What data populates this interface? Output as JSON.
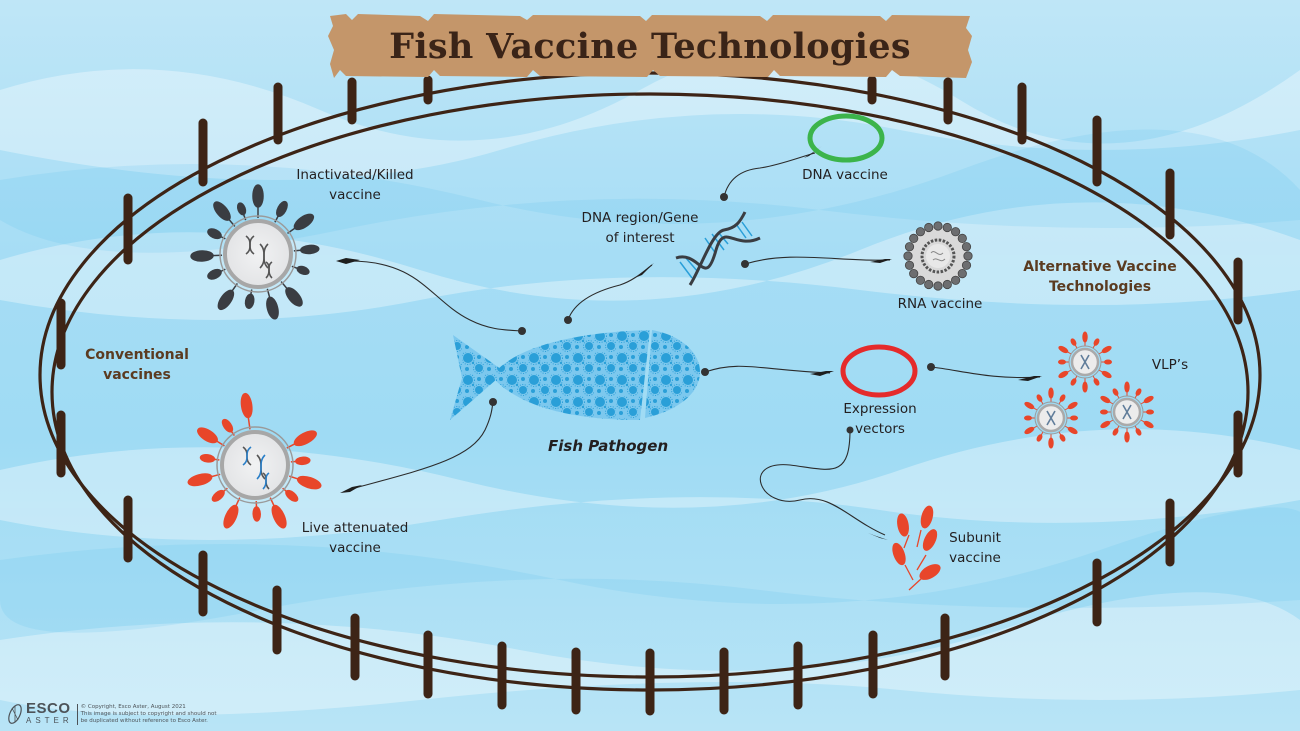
{
  "title": "Fish Vaccine Technologies",
  "center": {
    "label": "Fish Pathogen"
  },
  "categories": {
    "conventional": {
      "line1": "Conventional",
      "line2": "vaccines"
    },
    "alternative": {
      "line1": "Alternative Vaccine",
      "line2": "Technologies"
    }
  },
  "nodes": {
    "inactivated": {
      "line1": "Inactivated/Killed",
      "line2": "vaccine",
      "icon": "virus-dark-icon"
    },
    "live_attenuated": {
      "line1": "Live attenuated",
      "line2": "vaccine",
      "icon": "virus-red-icon"
    },
    "dna_region": {
      "line1": "DNA region/Gene",
      "line2": "of interest",
      "icon": "dna-helix-icon"
    },
    "dna_vaccine": {
      "line1": "DNA vaccine",
      "icon": "plasmid-green-icon"
    },
    "rna_vaccine": {
      "line1": "RNA vaccine",
      "icon": "lipid-nanoparticle-icon"
    },
    "expression_vectors": {
      "line1": "Expression",
      "line2": "vectors",
      "icon": "plasmid-red-icon"
    },
    "vlps": {
      "line1": "VLP’s",
      "icon": "vlp-icon"
    },
    "subunit": {
      "line1": "Subunit",
      "line2": "vaccine",
      "icon": "subunit-protein-icon"
    }
  },
  "colors": {
    "fence": "#3d2416",
    "sign": "#c4966a",
    "title_text": "#3a2418",
    "category_text": "#5b3b20",
    "fish": "#2a9fd8",
    "plasmid_dna": "#3cb44b",
    "plasmid_expression": "#e52b2b",
    "spike_red": "#e8462a",
    "spike_dark": "#3a3d42"
  },
  "footer": {
    "logo_top": "ESCO",
    "logo_bottom": "ASTER",
    "copyright_line1": "© Copyright, Esco Aster, August 2021",
    "copyright_line2": "This image is subject to copyright and should not",
    "copyright_line3": "be duplicated without reference to Esco Aster."
  }
}
